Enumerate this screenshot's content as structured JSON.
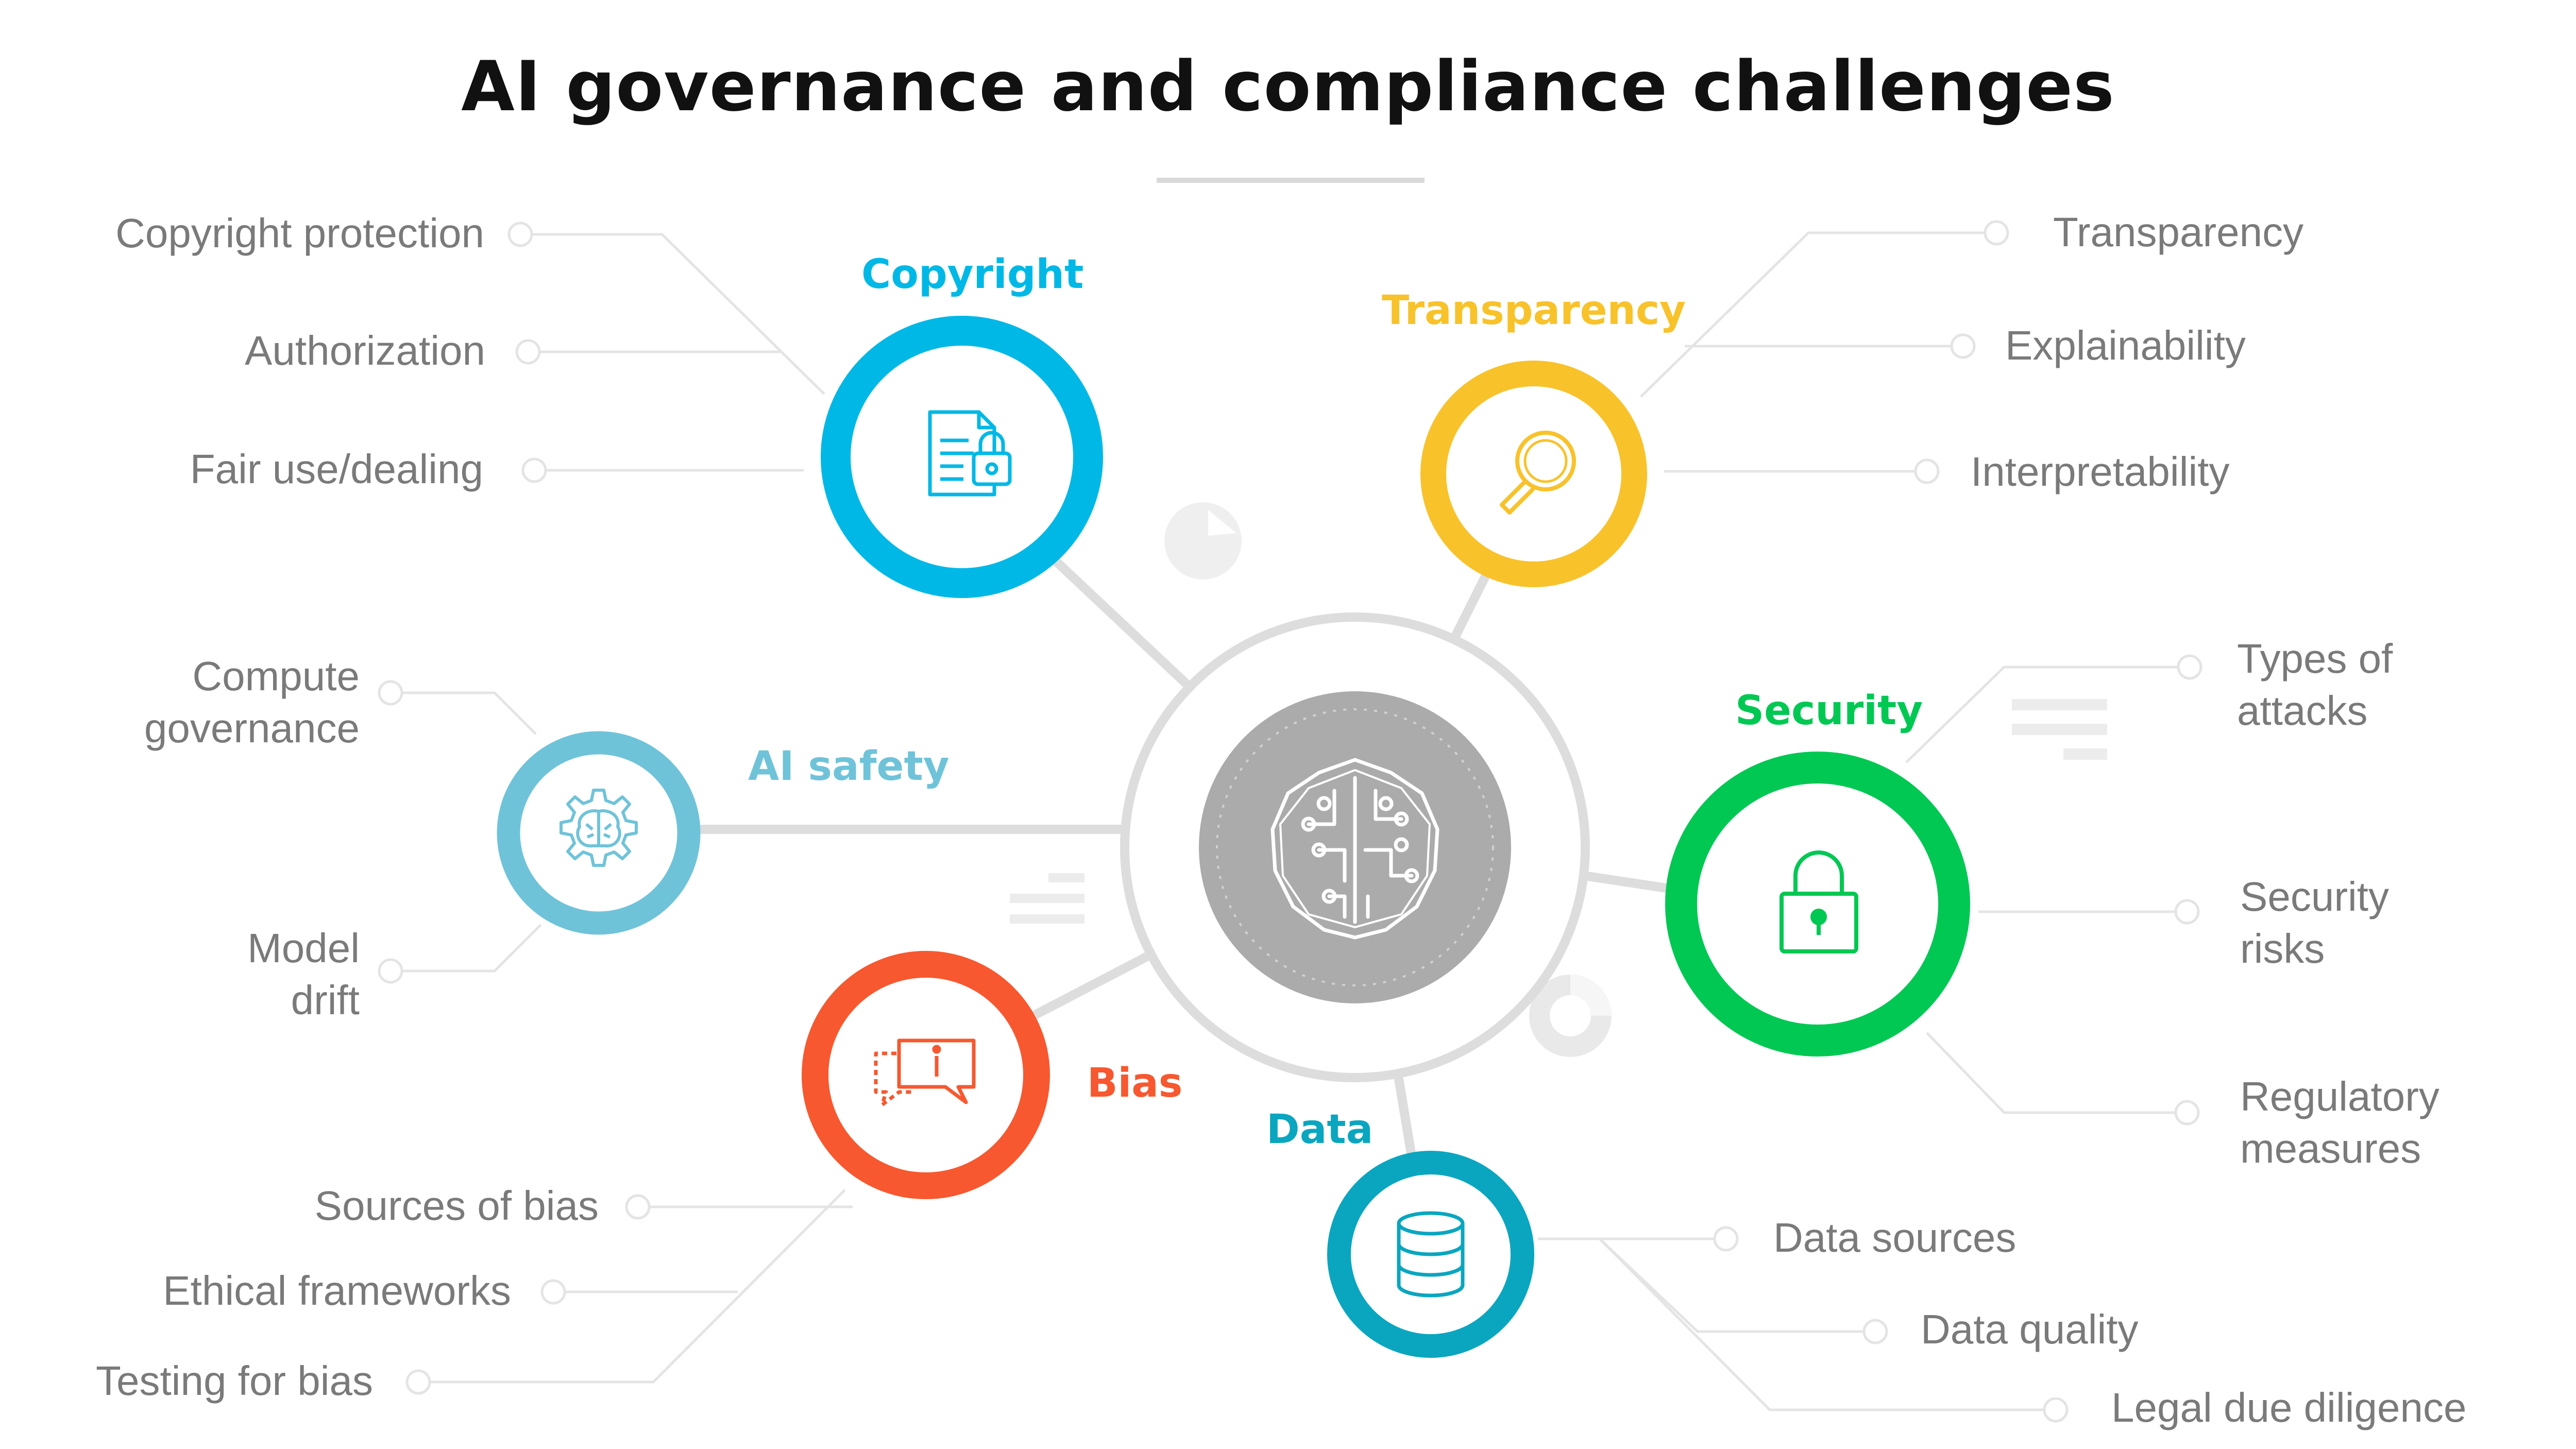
{
  "title": "AI governance and compliance challenges",
  "colors": {
    "copyright": "#00b8e6",
    "transparency": "#f8c22a",
    "security": "#00c853",
    "data": "#0aa6bf",
    "bias": "#f7582f",
    "ai_safety": "#6fc3d9",
    "hub": "#ababab",
    "connector": "#dddddd"
  },
  "categories": {
    "copyright": {
      "label": "Copyright",
      "icon": "document-lock-icon",
      "items": [
        "Copyright protection",
        "Authorization",
        "Fair use/dealing"
      ]
    },
    "transparency": {
      "label": "Transparency",
      "icon": "magnifier-icon",
      "items": [
        "Transparency",
        "Explainability",
        "Interpretability"
      ]
    },
    "security": {
      "label": "Security",
      "icon": "padlock-icon",
      "items": [
        [
          "Types of",
          "attacks"
        ],
        [
          "Security",
          "risks"
        ],
        [
          "Regulatory",
          "measures"
        ]
      ]
    },
    "data": {
      "label": "Data",
      "icon": "database-icon",
      "items": [
        "Data sources",
        "Data quality",
        "Legal due diligence"
      ]
    },
    "bias": {
      "label": "Bias",
      "icon": "speech-bubble-info-icon",
      "items": [
        "Sources of bias",
        "Ethical frameworks",
        "Testing for bias"
      ]
    },
    "ai_safety": {
      "label": "AI safety",
      "icon": "gear-brain-icon",
      "items": [
        [
          "Compute",
          "governance"
        ],
        [
          "Model",
          "drift"
        ]
      ]
    }
  },
  "hub": {
    "icon": "ai-circuit-brain-icon"
  }
}
